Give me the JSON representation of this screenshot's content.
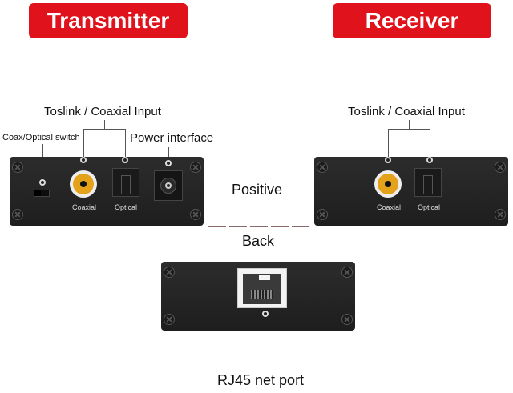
{
  "headers": {
    "transmitter": "Transmitter",
    "receiver": "Receiver"
  },
  "transmitter": {
    "input_label": "Toslink / Coaxial Input",
    "switch_label": "Coax/Optical switch",
    "power_label": "Power interface",
    "port_coaxial": "Coaxial",
    "port_optical": "Optical"
  },
  "receiver": {
    "input_label": "Toslink / Coaxial Input",
    "port_coaxial": "Coaxial",
    "port_optical": "Optical"
  },
  "views": {
    "positive": "Positive",
    "back": "Back"
  },
  "back_panel": {
    "rj45_label": "RJ45 net port"
  },
  "colors": {
    "badge_red": "#e0121b",
    "panel": "#262626",
    "rca_ring": "#e3a21a"
  }
}
